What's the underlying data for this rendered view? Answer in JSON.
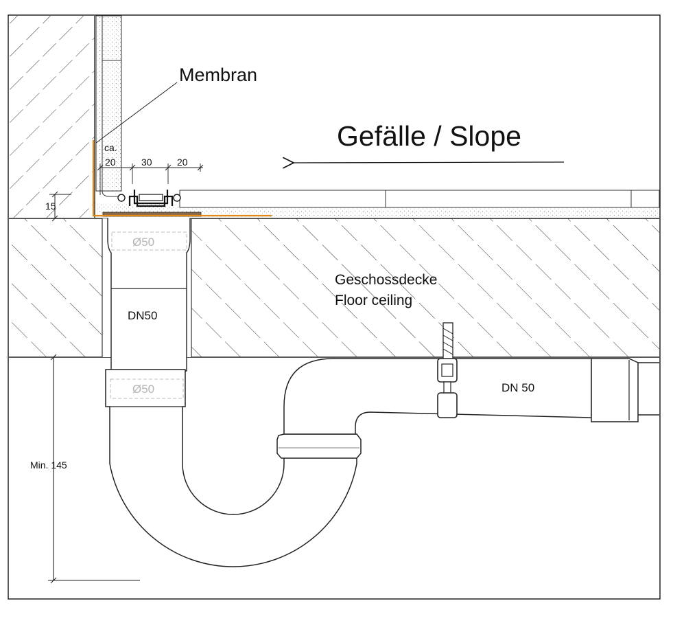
{
  "labels": {
    "membrane": "Membran",
    "slope": "Gefälle / Slope",
    "ceiling_de": "Geschossdecke",
    "ceiling_en": "Floor ceiling",
    "pipe_vertical": "DN50",
    "pipe_horizontal": "DN 50",
    "diameter_top": "Ø50",
    "diameter_bottom": "Ø50"
  },
  "dimensions": {
    "ca": "ca.",
    "gap_left": "20",
    "channel": "30",
    "gap_right": "20",
    "screed_height": "15",
    "min_height": "Min. 145"
  },
  "colors": {
    "membrane": "#e08a1e",
    "line": "#222222",
    "ghost_text": "#b5b5b5"
  }
}
